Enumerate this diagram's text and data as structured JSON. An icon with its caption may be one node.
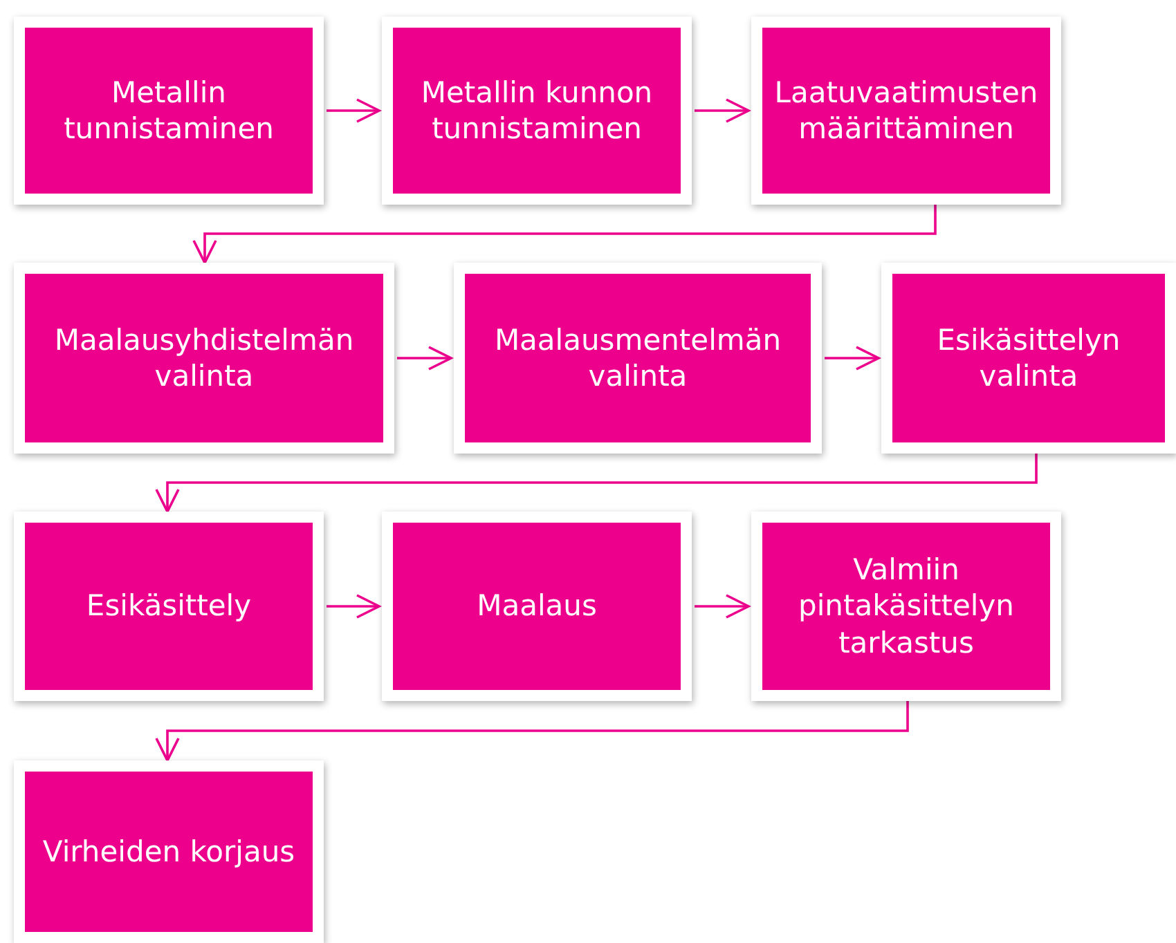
{
  "diagram": {
    "nodes": [
      {
        "text": [
          "Metallin tunnistaminen"
        ]
      },
      {
        "text": [
          "Metallin kunnon tunnistaminen"
        ]
      },
      {
        "text": [
          "Laatuvaatimusten määrittäminen"
        ]
      },
      {
        "text": [
          "Maalausyhdistelmän valinta"
        ]
      },
      {
        "text": [
          "Maalausmentelmän valinta"
        ]
      },
      {
        "text": [
          "Esikäsittelyn valinta"
        ]
      },
      {
        "text": [
          "Esikäsittely"
        ]
      },
      {
        "text": [
          "Maalaus"
        ]
      },
      {
        "text": [
          "Valmiin pintakäsittelyn tarkastus"
        ]
      },
      {
        "text": [
          "Virheiden korjaus"
        ]
      }
    ],
    "edges": [
      {
        "from": 0,
        "to": 1,
        "arrow": "to"
      },
      {
        "from": 1,
        "to": 2,
        "arrow": "to"
      },
      {
        "from": 2,
        "to": 3,
        "arrow": "to"
      },
      {
        "from": 3,
        "to": 4,
        "arrow": "to"
      },
      {
        "from": 4,
        "to": 5,
        "arrow": "to"
      },
      {
        "from": 5,
        "to": 6,
        "arrow": "to"
      },
      {
        "from": 6,
        "to": 7,
        "arrow": "to"
      },
      {
        "from": 7,
        "to": 8,
        "arrow": "to"
      },
      {
        "from": 8,
        "to": 9,
        "arrow": "to"
      }
    ]
  }
}
